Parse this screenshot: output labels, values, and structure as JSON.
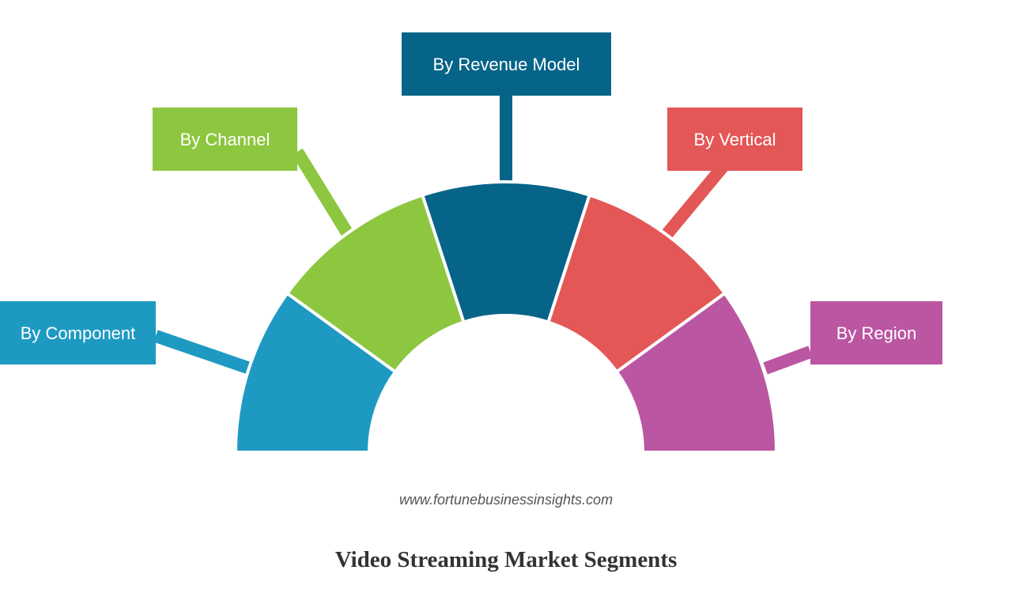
{
  "title": "Video Streaming Market Segments",
  "source": "www.fortunebusinessinsights.com",
  "segments": [
    {
      "label": "By Component",
      "color": "#1e9ac2"
    },
    {
      "label": "By Channel",
      "color": "#8dc63f"
    },
    {
      "label": "By Revenue Model",
      "color": "#066488"
    },
    {
      "label": "By Vertical",
      "color": "#e35757"
    },
    {
      "label": "By Region",
      "color": "#bb56a2"
    }
  ]
}
